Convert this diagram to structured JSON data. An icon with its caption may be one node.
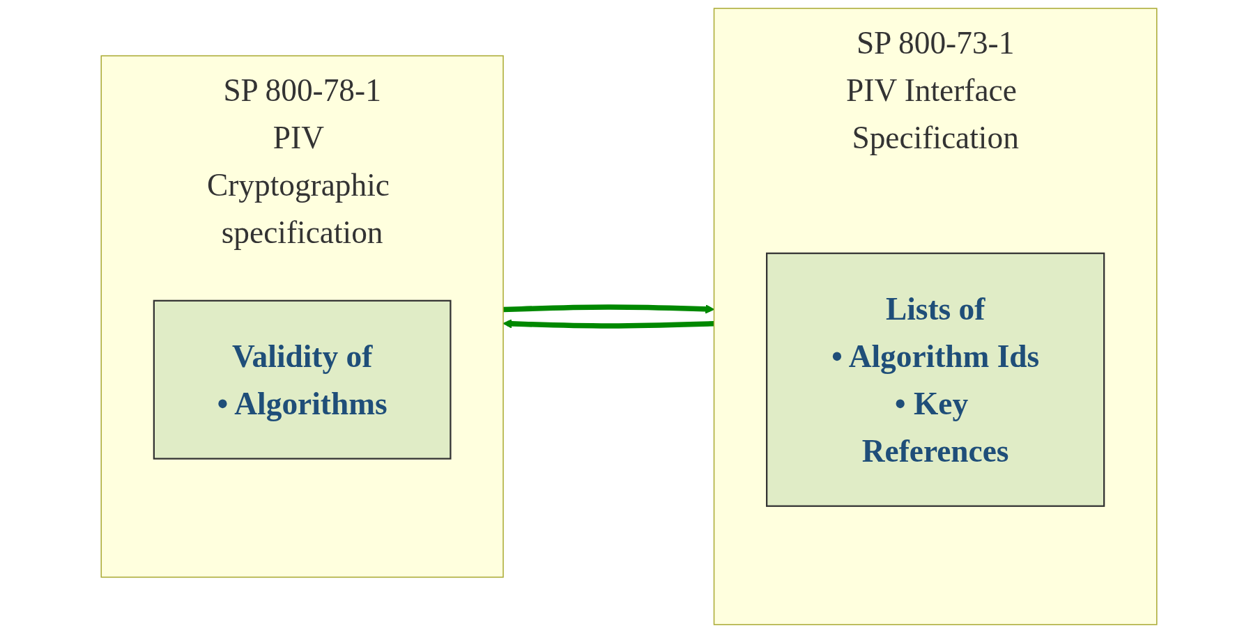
{
  "diagram": {
    "nodes": [
      {
        "text": [
          "SP 800-73-1",
          "PIV Interface Specification"
        ]
      },
      {
        "text": [
          "Lists of",
          "• Algorithm Ids",
          "• Key References"
        ],
        "in": 0
      },
      {
        "text": [
          "SP 800-78-1",
          "PIV Cryptographic specification"
        ]
      },
      {
        "text": [
          "Validity of",
          "• Algorithms"
        ],
        "in": 2
      }
    ],
    "edges": [
      {
        "from": 0,
        "to": 2,
        "arrow": "to"
      },
      {
        "from": 2,
        "to": 0,
        "arrow": "to"
      }
    ]
  }
}
